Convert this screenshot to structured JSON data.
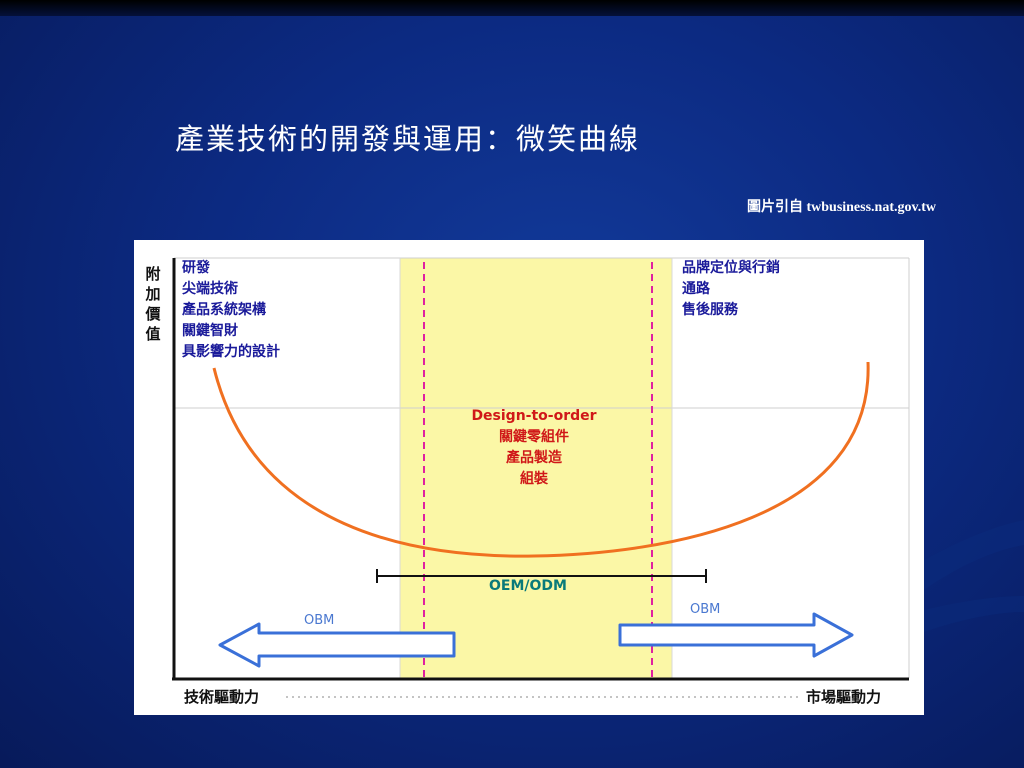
{
  "slide": {
    "title": "產業技術的開發與運用：微笑曲線",
    "source": "圖片引自 twbusiness.nat.gov.tw"
  },
  "diagram": {
    "y_axis_label": "附加價值",
    "left_items": [
      "研發",
      "尖端技術",
      "產品系統架構",
      "關鍵智財",
      "具影響力的設計"
    ],
    "right_items": [
      "品牌定位與行銷",
      "通路",
      "售後服務"
    ],
    "middle_items": [
      "Design-to-order",
      "關鍵零組件",
      "產品製造",
      "組裝"
    ],
    "bracket_label": "OEM/ODM",
    "left_arrow_label": "OBM",
    "right_arrow_label": "OBM",
    "x_axis_left_label": "技術驅動力",
    "x_axis_right_label": "市場驅動力",
    "colors": {
      "curve": "#f07020",
      "arrow": "#3a70d8",
      "middle_band": "#fbf7a6",
      "dashed_divider": "#e020a0",
      "left_text": "#1a1a9a",
      "middle_text": "#d01818",
      "bracket_text": "#0a7a7a"
    }
  }
}
